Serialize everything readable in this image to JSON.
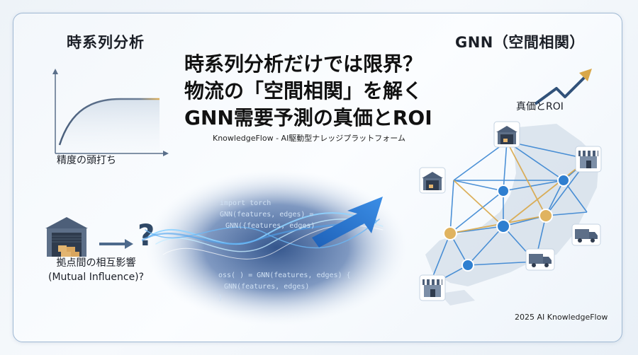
{
  "header": {
    "left_title": "時系列分析",
    "right_title": "GNN（空間相関）"
  },
  "main": {
    "title_lines": [
      "時系列分析だけでは限界？",
      "物流の「空間相関」を解く",
      "GNN需要予測の真価とROI"
    ],
    "subtitle": "KnowledgeFlow - AI駆動型ナレッジプラットフォーム"
  },
  "left_panel": {
    "plateau_label": "精度の頭打ち",
    "question_mark": "?",
    "mutual_label_line1": "拠点間の相互影響",
    "mutual_label_line2": "(Mutual Influence)?"
  },
  "right_panel": {
    "roi_label": "真価とROI"
  },
  "code": {
    "lines": [
      "import torch",
      "GNN(features, edges) =",
      "GNN({features, edges)",
      "oss(                    ) = GNN(features, edges) {",
      "GNN(features, edges)",
      "}"
    ]
  },
  "footer": {
    "text": "2025 AI KnowledgeFlow"
  },
  "colors": {
    "accent_blue": "#2f7fd0",
    "gold": "#d9a84a",
    "frame": "#9fb8d3"
  }
}
